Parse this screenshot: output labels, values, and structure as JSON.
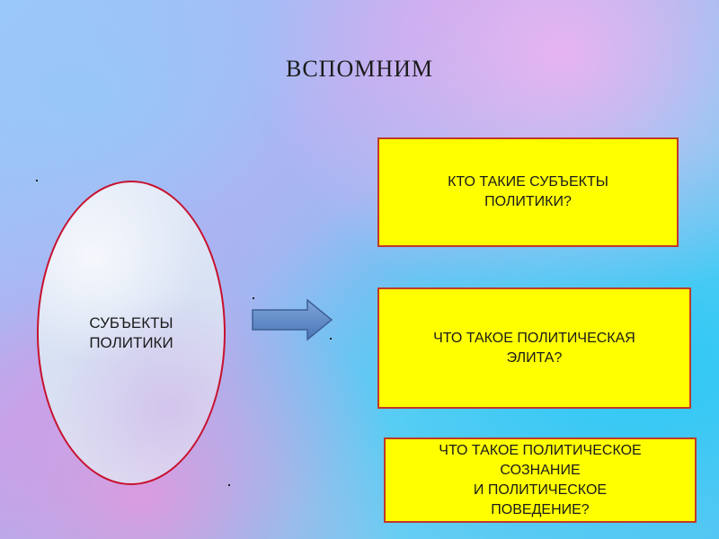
{
  "slide": {
    "title": "ВСПОМНИМ",
    "oval_label": "СУБЪЕКТЫ\nПОЛИТИКИ",
    "questions": [
      {
        "text": "КТО ТАКИЕ СУБЪЕКТЫ\nПОЛИТИКИ?"
      },
      {
        "text": "ЧТО ТАКОЕ ПОЛИТИЧЕСКАЯ\nЭЛИТА?"
      },
      {
        "text": "ЧТО ТАКОЕ ПОЛИТИЧЕСКОЕ\nСОЗНАНИЕ\nИ  ПОЛИТИЧЕСКОЕ\nПОВЕДЕНИЕ?"
      }
    ]
  },
  "colors": {
    "box_fill": "#ffff00",
    "box_border": "#c0392b",
    "oval_border": "#c8102e",
    "arrow_fill": "#5b86c2"
  },
  "icons": {
    "arrow": "right-arrow-icon"
  }
}
